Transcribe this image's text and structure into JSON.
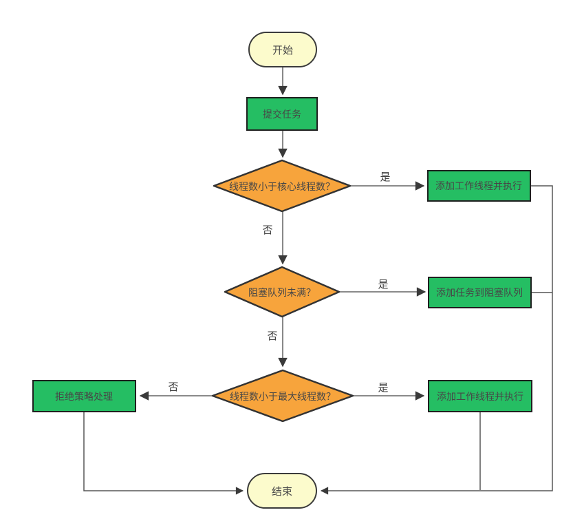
{
  "diagram": {
    "type": "flowchart",
    "background_color": "#ffffff",
    "colors": {
      "terminator_fill": "#fcfbcc",
      "terminator_border": "#3b3b3b",
      "process_fill": "#25be63",
      "process_border": "#1f1f1f",
      "decision_fill": "#f7a43c",
      "decision_border": "#333333",
      "connector_line": "#7a7a7a",
      "text": "#474747"
    },
    "nodes": {
      "start": {
        "type": "terminator",
        "label": "开始"
      },
      "submit": {
        "type": "process",
        "label": "提交任务"
      },
      "decision_core": {
        "type": "decision",
        "label": "线程数小于核心线程数？"
      },
      "add_worker_1": {
        "type": "process",
        "label": "添加工作线程并执行"
      },
      "decision_queue": {
        "type": "decision",
        "label": "阻塞队列未满？"
      },
      "add_to_queue": {
        "type": "process",
        "label": "添加任务到阻塞队列"
      },
      "decision_max": {
        "type": "decision",
        "label": "线程数小于最大线程数？"
      },
      "add_worker_2": {
        "type": "process",
        "label": "添加工作线程并执行"
      },
      "reject": {
        "type": "process",
        "label": "拒绝策略处理"
      },
      "end": {
        "type": "terminator",
        "label": "结束"
      }
    },
    "edge_labels": {
      "yes": "是",
      "no": "否"
    }
  }
}
